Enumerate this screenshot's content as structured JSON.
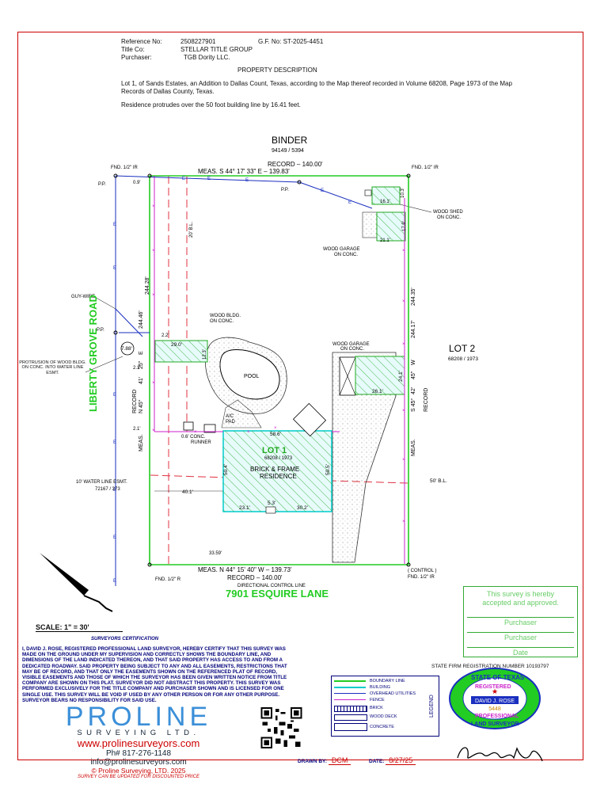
{
  "header": {
    "reference_no_label": "Reference No:",
    "reference_no": "2508227901",
    "gf_no": "G.F. No: ST-2025-4451",
    "title_co_label": "Title Co:",
    "title_co": "STELLAR TITLE GROUP",
    "purchaser_label": "Purchaser:",
    "purchaser": "TGB Dority LLC."
  },
  "description": {
    "title": "PROPERTY DESCRIPTION",
    "para1": "Lot 1, of Sands Estates, an Addition to Dallas Count, Texas, according to the Map thereof recorded in Volume 68208, Page 1973 of the Map Records of Dallas County, Texas.",
    "para2": "Residence protrudes over the 50 foot building line by 16.41 feet."
  },
  "plat": {
    "binder": "BINDER",
    "binder_rec": "94149 / 5394",
    "record_top": "RECORD   –   140.00'",
    "meas_top": "MEAS.    S  44°  17'  33\"  E   –   139.83'",
    "fnd_tl": "FND. 1/2\" IR",
    "fnd_tr": "FND. 1/2\" IR",
    "fnd_bl": "FND. 1/2\" R",
    "fnd_br": "FND. 1/2\" IR",
    "control": "( CONTROL )",
    "pp1": "P.P.",
    "pp2": "P.P.",
    "pp3": "P.P.",
    "d09": "0.9'",
    "bl20": "20' B.L.",
    "bl50": "50' B.L.",
    "wood_shed": "WOOD SHED",
    "on_conc": "ON CONC.",
    "wood_garage": "WOOD GARAGE",
    "wood_garage2": "WOOD GARAGE",
    "wood_bldg": "WOOD BLDG.",
    "shed_w": "16.1'",
    "shed_h": "10.3'",
    "gar_w": "21.1'",
    "gar_h": "17.9'",
    "gar2_w": "26.1'",
    "gar2_h": "24.1'",
    "bldg_w": "29.0'",
    "bldg_h": "12.3'",
    "pool": "POOL",
    "lot2": "LOT  2",
    "lot2_rec": "68208 / 1973",
    "lot1": "LOT  1",
    "lot1_rec": "68208 / 1973",
    "residence1": "BRICK  &  FRAME",
    "residence2": "RESIDENCE",
    "res_top": "58.6'",
    "res_l": "50.4'",
    "res_r": "50.5'",
    "res_b1": "23.1'",
    "res_b2": "5.3'",
    "res_b3": "30.2'",
    "ac_pad": "A/C",
    "ac_pad2": "PAD",
    "runner": "0.6' CONC.",
    "runner2": "RUNNER",
    "d22": "2.2'",
    "d21a": "2.1'",
    "d21b": "2.1'",
    "d401": "40.1'",
    "d3359": "33.59'",
    "left_rec_a": "244.28'",
    "left_rec_b": "RECORD",
    "left_rec_c": "N 45°",
    "left_rec_d": "41'",
    "left_rec_e": "25\"",
    "left_rec_f": "E",
    "left_meas": "MEAS.",
    "left_dim": "244.46'",
    "right_a": "244.35'",
    "right_b": "S 45°",
    "right_c": "42'",
    "right_d": "45\"",
    "right_e": "W",
    "right_f": "244.17'",
    "right_rec": "RECORD",
    "right_meas": "MEAS.",
    "guywire": "GUY-WIRE",
    "protrusion": "PROTRUSION OF WOOD BLDG. ON CONC. INTO WATER LINE ESMT.",
    "d788": "7.88'",
    "water_esmt": "10' WATER LINE ESMT.",
    "water_rec": "72167 / 373",
    "street_left": "LIBERTY GROVE ROAD",
    "meas_bot": "MEAS.    N  44°  15'  40\"  W   –   139.73'",
    "record_bot": "RECORD   –   140.00'",
    "dcl": "DIRECTIONAL CONTROL LINE",
    "street_bot": "7901  ESQUIRE  LANE"
  },
  "scale": "SCALE:  1\"  =  30'",
  "certification": {
    "heading": "SURVEYORS  CERTIFICATION",
    "text": "I, DAVID J. ROSE, REGISTERED PROFESSIONAL LAND SURVEYOR, HEREBY CERTIFY THAT THIS SURVEY WAS MADE ON THE GROUND UNDER MY SUPERVISION AND CORRECTLY SHOWS THE BOUNDARY LINE, AND DIMENSIONS OF THE LAND INDICATED THEREON, AND THAT SAID PROPERTY HAS ACCESS TO AND FROM A DEDICATED ROADWAY. SAID PROPERTY BEING SUBJECT TO ANY AND ALL EASEMENTS, RESTRICTIONS THAT MAY BE OF RECORD, AND THAT ONLY THE EASEMENTS SHOWN ON THE REFERENCED PLAT OF RECORD, VISIBLE EASEMENTS AND THOSE OF WHICH THE SURVEYOR HAS BEEN GIVEN WRITTEN NOTICE FROM TITLE COMPANY ARE SHOWN ON THIS PLAT. SURVEYOR DID NOT ABSTRACT THIS PROPERTY. THIS SURVEY WAS PERFORMED EXCLUSIVELY FOR THE TITLE COMPANY AND PURCHASER SHOWN AND IS LICENSED FOR ONE SINGLE USE. THIS SURVEY WILL BE VOID IF USED BY ANY OTHER PERSON OR FOR ANY OTHER PURPOSE. SURVEYOR BEARS NO RESPONSIBILITY FOR SAID USE."
  },
  "approval": {
    "text1": "This  survey  is  hereby",
    "text2": "accepted  and  approved.",
    "line1": "Purchaser",
    "line2": "Purchaser",
    "line3": "Date"
  },
  "state_firm": "STATE FIRM REGISTRATION NUMBER 10193797",
  "legend": {
    "title": "LEGEND",
    "boundary": "BOUNDARY LINE",
    "building": "BUILDING",
    "overhead": "OVERHEAD UTILITIES",
    "fence": "FENCE",
    "brick": "BRICK",
    "wood_deck": "WOOD DECK",
    "concrete": "CONCRETE"
  },
  "logo": {
    "brand": "PROLINE",
    "sub": "SURVEYING LTD.",
    "web": "www.prolinesurveyors.com",
    "phone": "Ph# 817-276-1148  info@prolinesurveyors.com",
    "copyright": "© Proline Surveying, LTD. 2025",
    "update": "SURVEY CAN BE UPDATED FOR DISCOUNTED PRICE"
  },
  "drawn": {
    "drawn_label": "DRAWN  BY:",
    "drawn_by": "DCM",
    "date_label": "DATE:",
    "date": "8/27/25"
  },
  "seal": {
    "state": "STATE OF TEXAS",
    "registered": "REGISTERED",
    "name": "DAVID J. ROSE",
    "number": "5448",
    "professional": "PROFESSIONAL",
    "land_surveyor": "LAND SURVEYOR"
  },
  "colors": {
    "boundary": "#22cc22",
    "building": "#00cccc",
    "utility": "#1a2fbf",
    "fence": "#cc22cc",
    "easement": "#e03040",
    "ink": "#00007a"
  }
}
